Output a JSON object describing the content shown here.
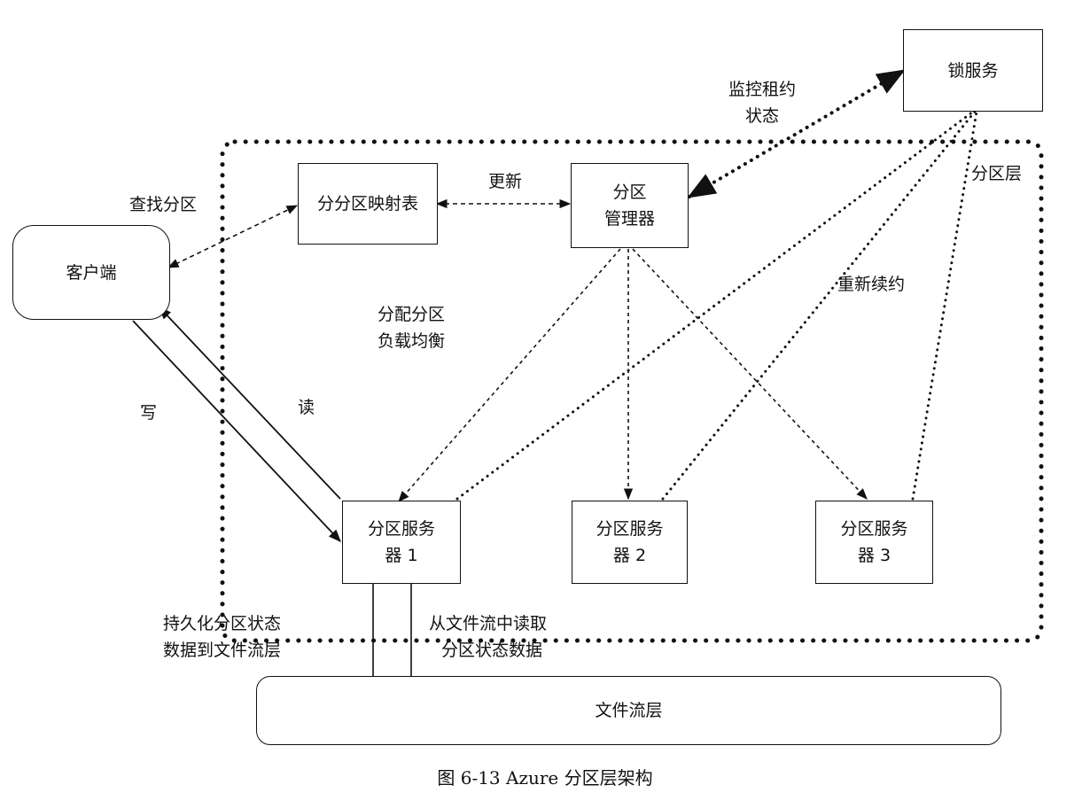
{
  "nodes": {
    "lock_service": "锁服务",
    "client": "客户端",
    "partition_map": "分分区映射表",
    "partition_manager_l1": "分区",
    "partition_manager_l2": "管理器",
    "server1_l1": "分区服务",
    "server1_l2": "器 1",
    "server2_l1": "分区服务",
    "server2_l2": "器 2",
    "server3_l1": "分区服务",
    "server3_l2": "器 3",
    "stream_layer": "文件流层"
  },
  "labels": {
    "monitor_lease_l1": "监控租约",
    "monitor_lease_l2": "状态",
    "update": "更新",
    "lookup_partition": "查找分区",
    "partition_layer": "分区层",
    "renew_lease": "重新续约",
    "assign_l1": "分配分区",
    "assign_l2": "负载均衡",
    "write": "写",
    "read": "读",
    "persist_l1": "持久化分区状态",
    "persist_l2": "数据到文件流层",
    "read_stream_l1": "从文件流中读取",
    "read_stream_l2": "分区状态数据"
  },
  "caption": "图 6-13    Azure 分区层架构",
  "colors": {
    "stroke": "#111111",
    "background": "#ffffff"
  }
}
